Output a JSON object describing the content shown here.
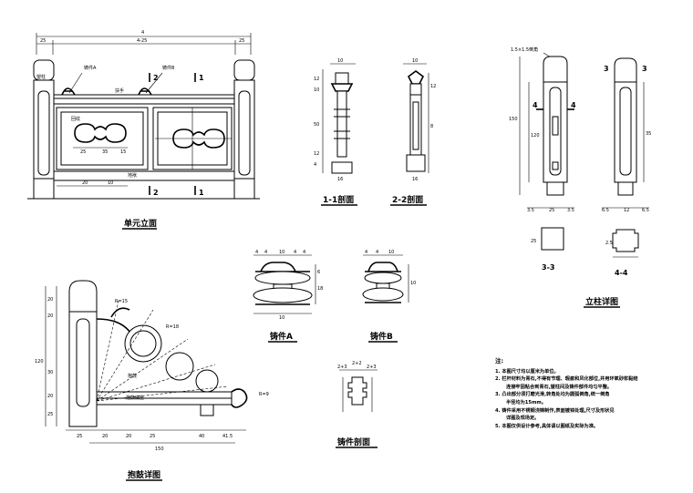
{
  "views": {
    "unit_elevation": {
      "title": "单元立面",
      "dim_total": "4",
      "dim_inner": "4-25",
      "dim_left": "25",
      "dim_right": "25",
      "label_casting_a": "铸件A",
      "label_casting_b": "铸件B",
      "label_rail": "扶手",
      "label_base": "地袱",
      "label_shape": "回纹",
      "label_post": "望柱",
      "sec_1": "1",
      "sec_2": "2",
      "dim_b1": "20",
      "dim_b2": "10",
      "dim_m1": "25",
      "dim_m2": "35",
      "dim_m3": "15"
    },
    "section_1": {
      "title": "1-1剖面",
      "dims": [
        "10",
        "12",
        "10",
        "50",
        "12",
        "4",
        "16"
      ]
    },
    "section_2": {
      "title": "2-2剖面",
      "dims": [
        "10",
        "12",
        "8",
        "16"
      ]
    },
    "post_detail": {
      "title": "立柱详图",
      "top_label": "1.5×1.5倒角",
      "sec_3": "3",
      "sec_4": "4",
      "sub_3": "3-3",
      "sub_4": "4-4",
      "dims": [
        "3.5",
        "25",
        "3.5",
        "6.5",
        "12",
        "6.5",
        "2.5",
        "150",
        "120",
        "35",
        "25"
      ]
    },
    "casting_a": {
      "title": "铸件A",
      "dims": [
        "4",
        "4",
        "10",
        "4",
        "4",
        "6",
        "18",
        "10"
      ]
    },
    "casting_b": {
      "title": "铸件B",
      "dims": [
        "4",
        "4",
        "10",
        "10"
      ]
    },
    "casting_section": {
      "title": "铸件剖面",
      "dims": [
        "2+3",
        "2+2",
        "2+3"
      ]
    },
    "drum_detail": {
      "title": "抱鼓详图",
      "label_drum": "抱鼓",
      "label_base": "抱鼓底座",
      "dims_left": [
        "20",
        "20",
        "120",
        "30",
        "20",
        "25"
      ],
      "dims_bottom": [
        "25",
        "20",
        "20",
        "25",
        "150",
        "40",
        "41.5"
      ],
      "radii": [
        "R=15",
        "R=18",
        "R=9"
      ]
    }
  },
  "notes": {
    "heading": "注:",
    "items": [
      "1. 本图尺寸均以厘米为单位。",
      "2. 栏杆材料为青石,不得有节理、瑕疵和风化部位,并用环氧砂浆黏结",
      "   连接牢固粘合到青石,望柱间及铸件部件均匀平整。",
      "3. 凸出部分须打磨光滑,转角处均为圆弧倒角,统一倒角",
      "   半径均为15mm。",
      "4. 铸件采用不锈钢浇铸制作,表面镀锌处理,尺寸及形状见",
      "   详图及现场定。",
      "5. 本图仅供设计参考,具体请以图纸及实际为准。"
    ]
  }
}
